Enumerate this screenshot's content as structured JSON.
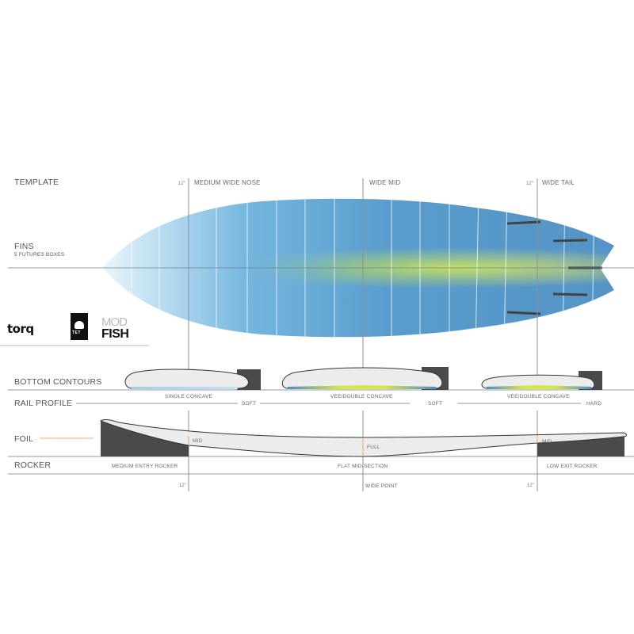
{
  "sections": {
    "template": "TEMPLATE",
    "fins": "FINS",
    "fins_sub": "5 FUTURES BOXES",
    "bottom_contours": "BOTTOM  CONTOURS",
    "rail_profile": "RAIL PROFILE",
    "foil": "FOIL",
    "rocker": "ROCKER"
  },
  "template_labels": {
    "nose": "MEDIUM WIDE NOSE",
    "mid": "WIDE MID",
    "tail": "WIDE TAIL",
    "nose_mark": "12\"",
    "tail_mark": "12\""
  },
  "logos": {
    "brand": "torq",
    "tech": "TET",
    "model_top": "MOD",
    "model_bottom": "FISH"
  },
  "bottom_contours": [
    {
      "label": "SINGLE CONCAVE",
      "rail": "SOFT"
    },
    {
      "label": "VEE/DOUBLE CONCAVE",
      "rail": "SOFT"
    },
    {
      "label": "VEE/DOUBLE CONCAVE",
      "rail": "HARD"
    }
  ],
  "foil": {
    "nose": "MID",
    "center": "FULL",
    "tail": "MID"
  },
  "rocker": {
    "entry": "MEDIUM ENTRY ROCKER",
    "mid": "FLAT MID-SECTION",
    "exit": "LOW EXIT ROCKER"
  },
  "bottom_marks": {
    "left": "12\"",
    "center": "WIDE POINT",
    "right": "12\""
  },
  "colors": {
    "board_blue": "#5a9ccc",
    "board_light": "#e4f2f9",
    "core_yellow": "#e8ee5a",
    "rail_dark": "#4a4a4a",
    "foil_accent": "#e9a86a",
    "line_gray": "#999999"
  }
}
